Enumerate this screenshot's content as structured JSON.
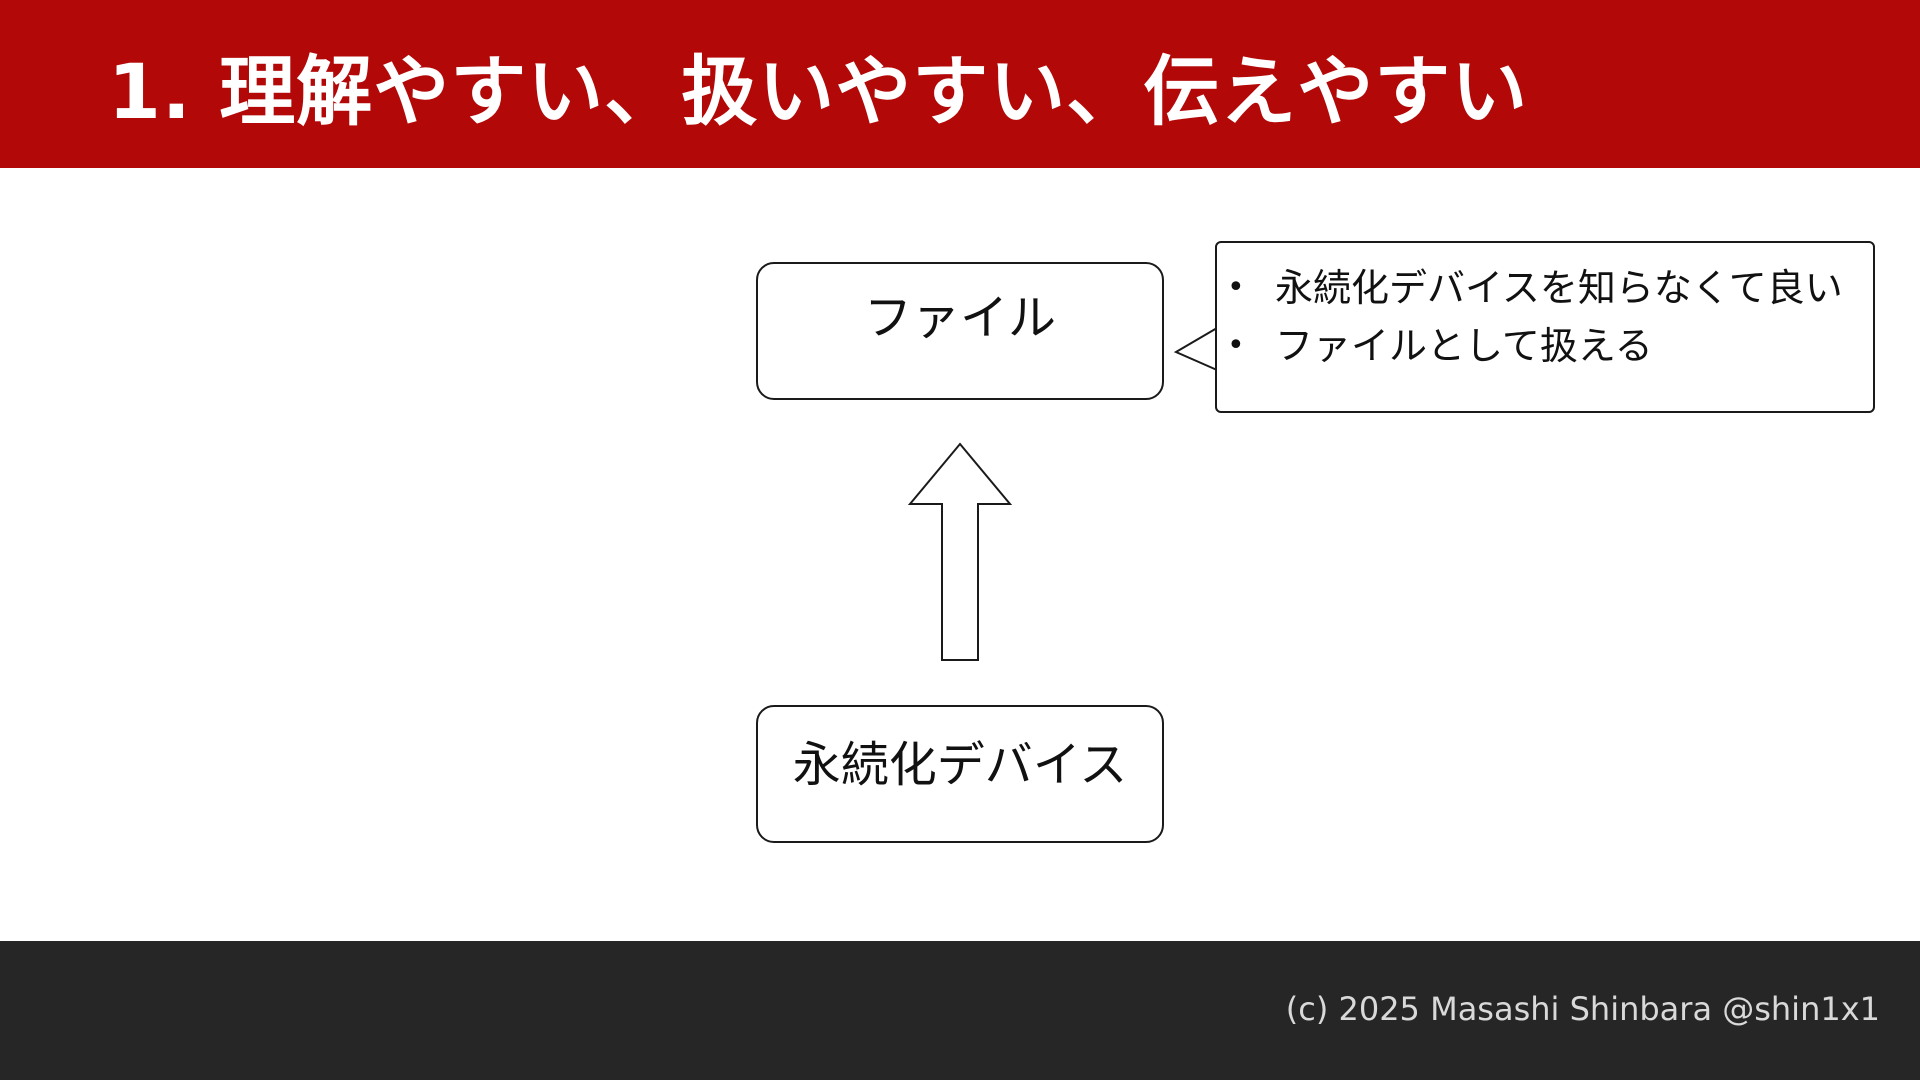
{
  "header": {
    "title": "1. 理解やすい、扱いやすい、伝えやすい",
    "background_color": "#b30808",
    "text_color": "#ffffff"
  },
  "diagram": {
    "top_node": {
      "label": "ファイル"
    },
    "bottom_node": {
      "label": "永続化デバイス"
    },
    "callout": {
      "bullet_symbol": "•",
      "items": [
        "永続化デバイスを知らなくて良い",
        "ファイルとして扱える"
      ]
    },
    "arrow_direction": "up"
  },
  "footer": {
    "copyright": "(c) 2025 Masashi Shinbara @shin1x1",
    "background_color": "#262626",
    "text_color": "#d9d9d9"
  }
}
